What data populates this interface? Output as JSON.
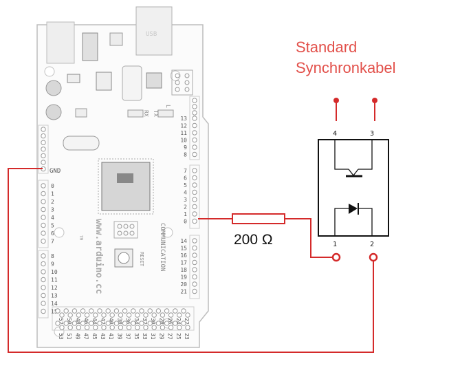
{
  "title": {
    "line1": "Standard",
    "line2": "Synchronkabel"
  },
  "resistor": {
    "label": "200 Ω"
  },
  "optocoupler": {
    "pins": [
      "1",
      "2",
      "3",
      "4"
    ]
  },
  "board": {
    "usb_label": "USB",
    "gnd_label": "GND",
    "rx_label": "RX",
    "tx_label": "TX",
    "l_label": "L",
    "reset_label": "RESET",
    "url": "www.arduino.cc",
    "communication_label": "COMMUNICATION",
    "tm_label": "TM",
    "right_upper_pins": [
      "13",
      "12",
      "11",
      "10",
      "9",
      "8"
    ],
    "right_middle_pins": [
      "7",
      "6",
      "5",
      "4",
      "3",
      "2",
      "1",
      "0"
    ],
    "right_lower_pins": [
      "14",
      "15",
      "16",
      "17",
      "18",
      "19",
      "20",
      "21"
    ],
    "left_power_pins": [
      "0",
      "1",
      "2",
      "3",
      "4",
      "5",
      "6",
      "7"
    ],
    "left_analog_pins": [
      "8",
      "9",
      "10",
      "11",
      "12",
      "13",
      "14",
      "15"
    ],
    "bottom_top_pins": [
      "52",
      "50",
      "48",
      "46",
      "44",
      "42",
      "40",
      "38",
      "36",
      "34",
      "32",
      "30",
      "28",
      "26",
      "24",
      "22"
    ],
    "bottom_bottom_pins": [
      "53",
      "51",
      "49",
      "47",
      "45",
      "43",
      "41",
      "39",
      "37",
      "35",
      "33",
      "31",
      "29",
      "27",
      "25",
      "23"
    ]
  },
  "colors": {
    "wire": "#d42a2a",
    "title": "#e2504a",
    "board_line": "#b5b5b5"
  }
}
